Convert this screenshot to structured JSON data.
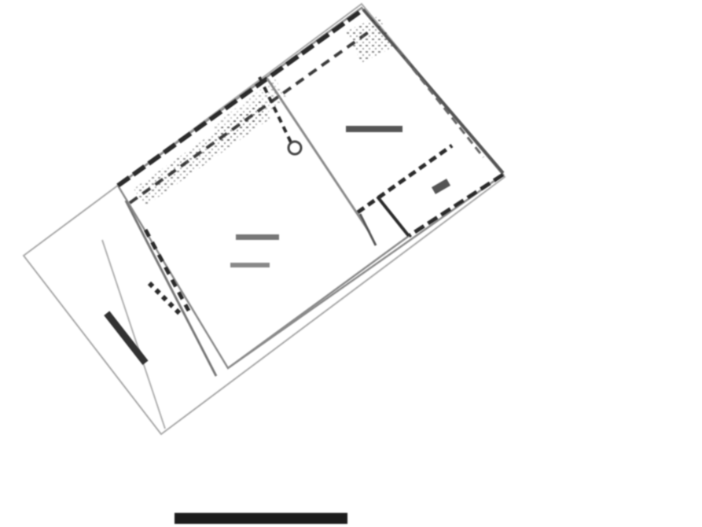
{
  "plan": {
    "rooms": [
      {
        "id": "room-a",
        "label": "",
        "sub_label": ""
      },
      {
        "id": "room-b",
        "label": "",
        "sub_label": ""
      },
      {
        "id": "room-c",
        "label": "",
        "sub_label": ""
      }
    ],
    "caption": ""
  },
  "colors": {
    "background": "#ffffff",
    "wall": "#2b2b2b",
    "outline": "#9a9a9a",
    "hatch": "#555555"
  }
}
